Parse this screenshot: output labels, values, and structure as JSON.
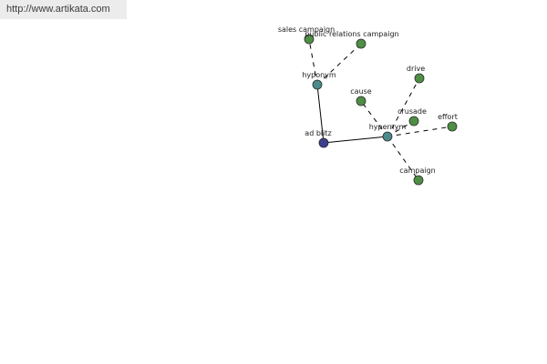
{
  "source": {
    "link_text": "http://www.artikata.com"
  },
  "graph": {
    "colors": {
      "root": "#3b3f8e",
      "relation": "#4b8a8a",
      "term": "#4f8f45"
    },
    "nodes": [
      {
        "id": "ad-blitz",
        "label": "ad blitz",
        "kind": "root"
      },
      {
        "id": "hyponym",
        "label": "hyponym",
        "kind": "relation"
      },
      {
        "id": "hypernym",
        "label": "hypernym",
        "kind": "relation"
      },
      {
        "id": "sales-campaign",
        "label": "sales campaign",
        "kind": "term"
      },
      {
        "id": "public-relations-campaign",
        "label": "public relations campaign",
        "kind": "term"
      },
      {
        "id": "cause",
        "label": "cause",
        "kind": "term"
      },
      {
        "id": "drive",
        "label": "drive",
        "kind": "term"
      },
      {
        "id": "crusade",
        "label": "crusade",
        "kind": "term"
      },
      {
        "id": "effort",
        "label": "effort",
        "kind": "term"
      },
      {
        "id": "campaign",
        "label": "campaign",
        "kind": "term"
      }
    ],
    "edges": [
      {
        "from": "ad-blitz",
        "to": "hyponym",
        "style": "solid"
      },
      {
        "from": "ad-blitz",
        "to": "hypernym",
        "style": "solid"
      },
      {
        "from": "hyponym",
        "to": "sales-campaign",
        "style": "dashed"
      },
      {
        "from": "hyponym",
        "to": "public-relations-campaign",
        "style": "dashed"
      },
      {
        "from": "hypernym",
        "to": "cause",
        "style": "dashed"
      },
      {
        "from": "hypernym",
        "to": "drive",
        "style": "dashed"
      },
      {
        "from": "hypernym",
        "to": "crusade",
        "style": "dashed"
      },
      {
        "from": "hypernym",
        "to": "effort",
        "style": "dashed"
      },
      {
        "from": "hypernym",
        "to": "campaign",
        "style": "dashed"
      }
    ]
  }
}
